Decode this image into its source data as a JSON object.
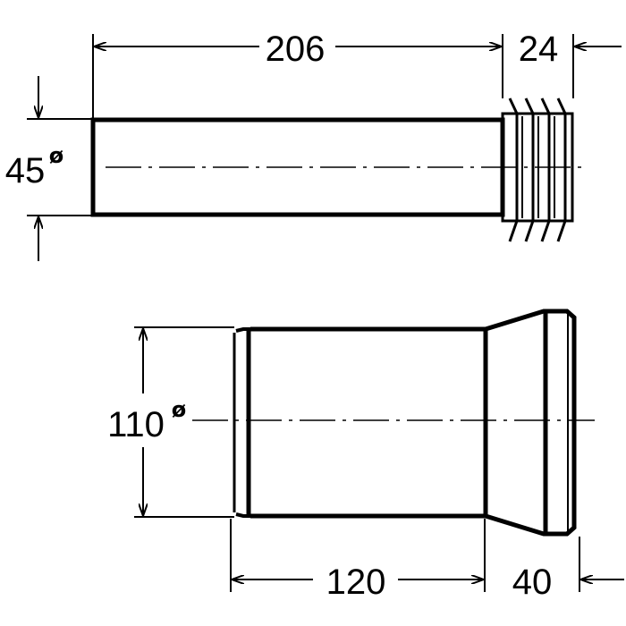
{
  "top_part": {
    "length_label": "206",
    "thread_length_label": "24",
    "diameter_label": "45",
    "diameter_symbol": "ø"
  },
  "bottom_part": {
    "diameter_label": "110",
    "diameter_symbol": "ø",
    "length_label": "120",
    "socket_length_label": "40"
  },
  "colors": {
    "line": "#000000",
    "background": "#ffffff"
  }
}
